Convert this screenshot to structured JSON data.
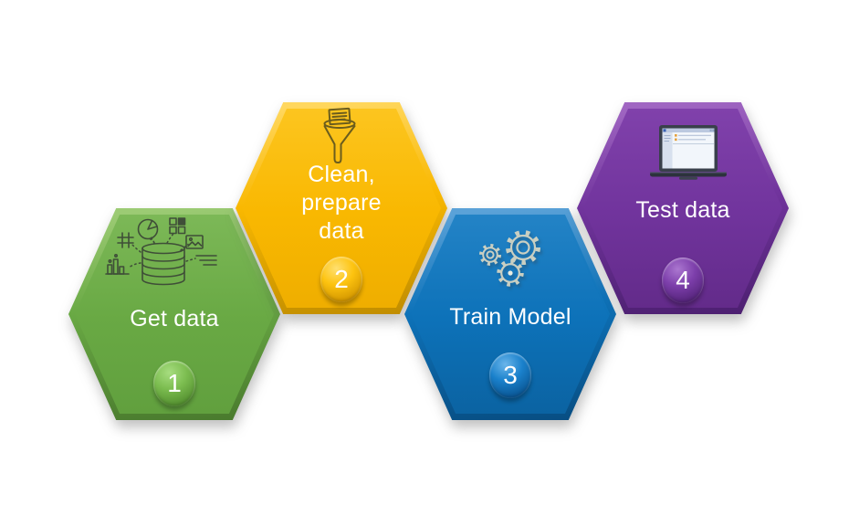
{
  "background": "#ffffff",
  "diagram": "machine-learning-process-hexagons",
  "steps": [
    {
      "name": "get-data",
      "label": "Get data",
      "number": "1",
      "icon": "database-sources-icon",
      "colors": {
        "fill": "#69a944",
        "rim_light": "#9ccb74",
        "rim_dark": "#4a7b2e",
        "inner_top": "#7cb857",
        "inner_bottom": "#61a03e",
        "badge": "#7cbd50",
        "badge_light": "#a7dd80",
        "badge_dark": "#549030"
      }
    },
    {
      "name": "clean-prepare-data",
      "label": "Clean,\nprepare\ndata",
      "number": "2",
      "icon": "funnel-icon",
      "colors": {
        "fill": "#f9b801",
        "rim_light": "#ffd75e",
        "rim_dark": "#c28e00",
        "inner_top": "#fcc51f",
        "inner_bottom": "#efae00",
        "badge": "#fdc30f",
        "badge_light": "#ffe071",
        "badge_dark": "#d39700"
      }
    },
    {
      "name": "train-model",
      "label": "Train Model",
      "number": "3",
      "icon": "gears-icon",
      "colors": {
        "fill": "#0d72b9",
        "rim_light": "#5ba2d8",
        "rim_dark": "#084e83",
        "inner_top": "#2383c6",
        "inner_bottom": "#0b63a2",
        "badge": "#1a81cc",
        "badge_light": "#6ab5ea",
        "badge_dark": "#0a5694"
      }
    },
    {
      "name": "test-data",
      "label": "Test data",
      "number": "4",
      "icon": "laptop-icon",
      "colors": {
        "fill": "#71349d",
        "rim_light": "#a066c2",
        "rim_dark": "#4d2071",
        "inner_top": "#8041ab",
        "inner_bottom": "#632b8a",
        "badge": "#7d3fab",
        "badge_light": "#ab77d0",
        "badge_dark": "#55247b"
      }
    }
  ]
}
